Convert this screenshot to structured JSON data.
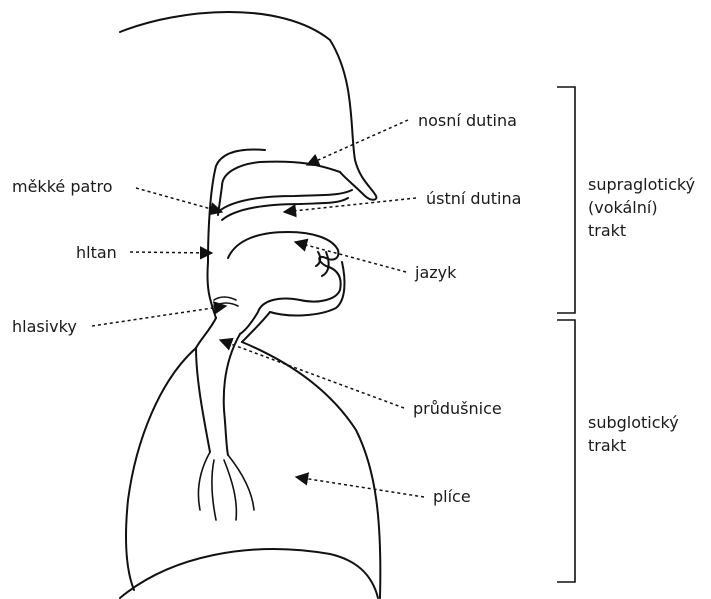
{
  "labels": {
    "nosni_dutina": "nosní dutina",
    "mekke_patro": "měkké patro",
    "ustni_dutina": "ústní dutina",
    "hltan": "hltan",
    "jazyk": "jazyk",
    "hlasivky": "hlasivky",
    "prudusnice": "průdušnice",
    "plice": "plíce"
  },
  "tracts": {
    "supraglotic": [
      "supraglotický",
      "(vokální)",
      "trakt"
    ],
    "subglotic": [
      "subglotický",
      "trakt"
    ]
  }
}
